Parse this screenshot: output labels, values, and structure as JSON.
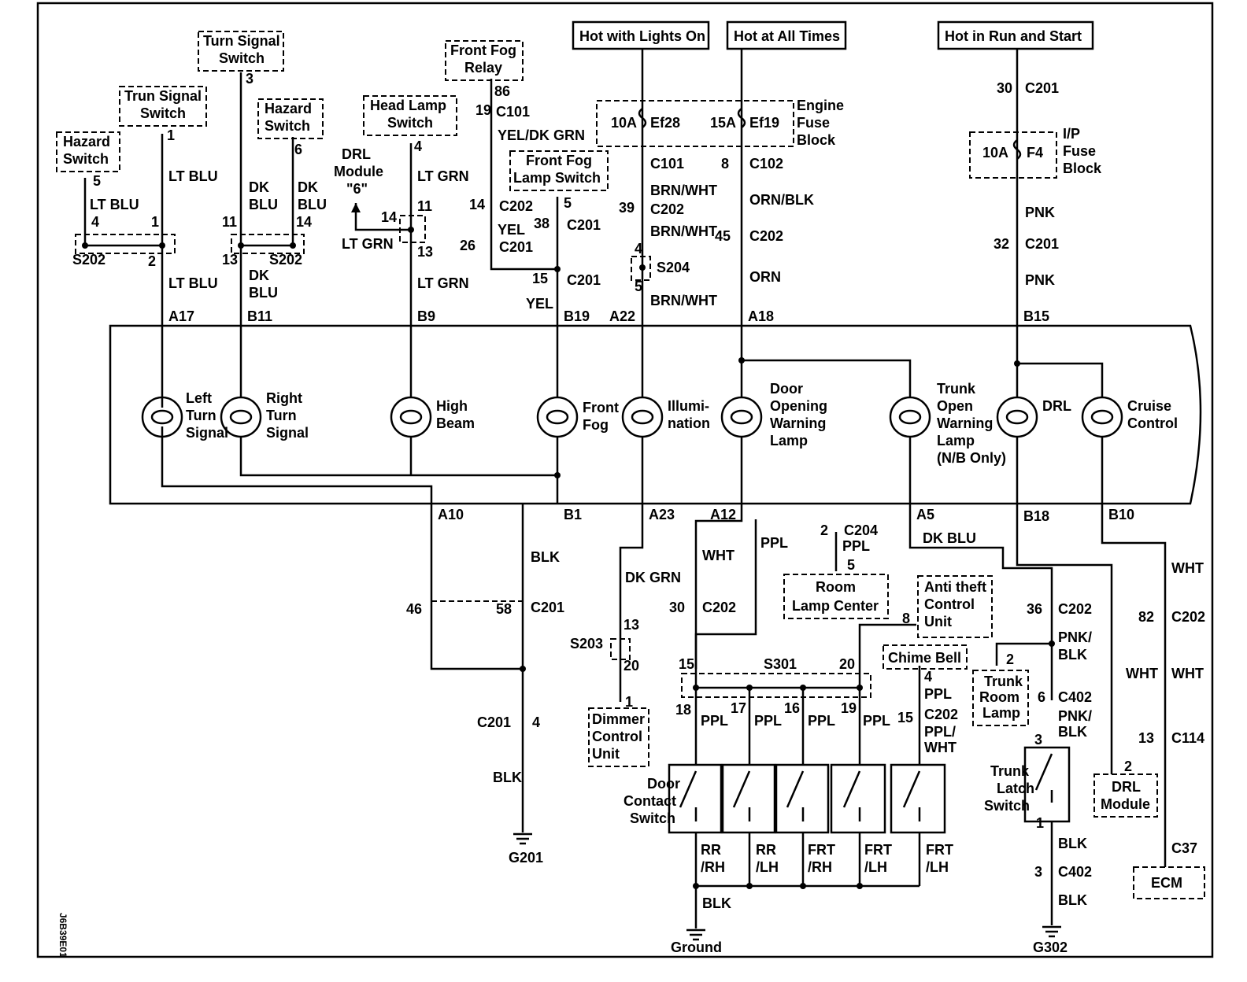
{
  "sources": {
    "lights_on": "Hot with Lights On",
    "all_times": "Hot at All Times",
    "run_start": "Hot in Run and Start"
  },
  "fuse_blocks": {
    "engine": [
      "Engine",
      "Fuse",
      "Block"
    ],
    "ip": [
      "I/P",
      "Fuse",
      "Block"
    ]
  },
  "fuses": {
    "ef28": {
      "rating": "10A",
      "id": "Ef28"
    },
    "ef19": {
      "rating": "15A",
      "id": "Ef19"
    },
    "f4": {
      "rating": "10A",
      "id": "F4"
    }
  },
  "components": {
    "hazard_switch": [
      "Hazard",
      "Switch"
    ],
    "trun_signal_switch": [
      "Trun Signal",
      "Switch"
    ],
    "turn_signal_switch": [
      "Turn Signal",
      "Switch"
    ],
    "head_lamp_switch": [
      "Head Lamp",
      "Switch"
    ],
    "front_fog_relay": [
      "Front Fog",
      "Relay"
    ],
    "front_fog_lamp_switch": [
      "Front Fog",
      "Lamp Switch"
    ],
    "drl_module_6": [
      "DRL",
      "Module",
      "\"6\""
    ],
    "room_lamp_center": [
      "Room",
      "Lamp Center"
    ],
    "anti_theft": [
      "Anti theft",
      "Control",
      "Unit"
    ],
    "chime_bell": "Chime Bell",
    "trunk_room_lamp": [
      "Trunk",
      "Room",
      "Lamp"
    ],
    "dimmer_control": [
      "Dimmer",
      "Control",
      "Unit"
    ],
    "drl_module": [
      "DRL",
      "Module"
    ],
    "ecm": "ECM",
    "door_contact_switch": [
      "Door",
      "Contact",
      "Switch"
    ],
    "trunk_latch_switch": [
      "Trunk",
      "Latch",
      "Switch"
    ]
  },
  "bulbs": {
    "left_turn": [
      "Left",
      "Turn",
      "Signal"
    ],
    "right_turn": [
      "Right",
      "Turn",
      "Signal"
    ],
    "high_beam": [
      "High",
      "Beam"
    ],
    "front_fog": [
      "Front",
      "Fog"
    ],
    "illumination": [
      "Illumi-",
      "nation"
    ],
    "door_warning": [
      "Door",
      "Opening",
      "Warning",
      "Lamp"
    ],
    "trunk_warning": [
      "Trunk",
      "Open",
      "Warning",
      "Lamp",
      "(N/B Only)"
    ],
    "drl": "DRL",
    "cruise": [
      "Cruise",
      "Control"
    ]
  },
  "pins": {
    "a17": "A17",
    "b11": "B11",
    "b9": "B9",
    "b19": "B19",
    "a22": "A22",
    "a18": "A18",
    "b15": "B15",
    "a10": "A10",
    "b1": "B1",
    "a23": "A23",
    "a12": "A12",
    "a5": "A5",
    "b18": "B18",
    "b10": "B10",
    "n1": "1",
    "n2": "2",
    "n3": "3",
    "n4": "4",
    "n5": "5",
    "n6": "6",
    "n8": "8",
    "n11": "11",
    "n13": "13",
    "n14": "14",
    "n15": "15",
    "n16": "16",
    "n17": "17",
    "n18": "18",
    "n19": "19",
    "n20": "20",
    "n26": "26",
    "n30": "30",
    "n32": "32",
    "n36": "36",
    "n38": "38",
    "n39": "39",
    "n45": "45",
    "n46": "46",
    "n58": "58",
    "n82": "82",
    "n86": "86"
  },
  "connectors": {
    "c101": "C101",
    "c102": "C102",
    "c201": "C201",
    "c202": "C202",
    "c204": "C204",
    "c402": "C402",
    "c114": "C114",
    "c37": "C37"
  },
  "splices": {
    "s202": "S202",
    "s203": "S203",
    "s204": "S204",
    "s301": "S301"
  },
  "wires": {
    "lt_blu": "LT BLU",
    "dk": "DK",
    "blu": "BLU",
    "lt_grn": "LT GRN",
    "yel_dk_grn": "YEL/DK GRN",
    "yel": "YEL",
    "brn_wht": "BRN/WHT",
    "orn_blk": "ORN/BLK",
    "orn": "ORN",
    "pnk": "PNK",
    "blk": "BLK",
    "dk_grn": "DK GRN",
    "wht": "WHT",
    "ppl": "PPL",
    "dk_blu": "DK BLU",
    "ppl_slash": "PPL/",
    "pnk_slash": "PNK/"
  },
  "switch_labels": {
    "rr": "RR",
    "frt": "FRT",
    "rh": "/RH",
    "lh": "/LH"
  },
  "grounds": {
    "g201": "G201",
    "ground": "Ground",
    "g302": "G302"
  },
  "figure_code": "J6B39E01"
}
